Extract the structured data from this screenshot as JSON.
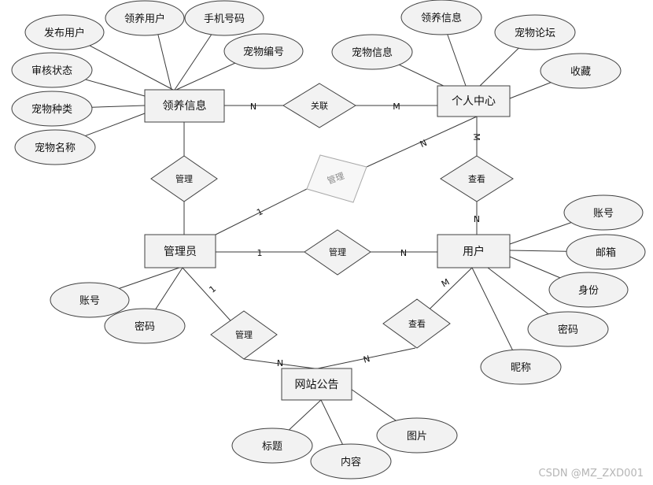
{
  "entities": {
    "adoption_info": "领养信息",
    "personal_center": "个人中心",
    "admin": "管理员",
    "user": "用户",
    "announcement": "网站公告"
  },
  "relations": {
    "link": "关联",
    "admin_adoption": "管理",
    "admin_center": "管理",
    "view_center": "查看",
    "admin_user": "管理",
    "admin_announcement": "管理",
    "user_view_announcement": "查看"
  },
  "attributes": {
    "adoption_info": [
      "发布用户",
      "领养用户",
      "手机号码",
      "宠物编号",
      "审核状态",
      "宠物种类",
      "宠物名称"
    ],
    "personal_center": [
      "领养信息",
      "宠物论坛",
      "宠物信息",
      "收藏"
    ],
    "user": [
      "账号",
      "邮箱",
      "身份",
      "密码",
      "昵称"
    ],
    "admin": [
      "账号",
      "密码"
    ],
    "announcement": [
      "标题",
      "内容",
      "图片"
    ]
  },
  "cardinalities": {
    "link_left": "N",
    "link_right": "M",
    "center_view_top": "M",
    "center_view_bottom": "N",
    "admin_center_one": "1",
    "admin_center_many": "N",
    "admin_user_one": "1",
    "admin_user_many": "N",
    "admin_ann_one": "1",
    "admin_ann_many": "N",
    "user_ann_top": "M",
    "user_ann_bottom": "N"
  },
  "watermark": "CSDN @MZ_ZXD001"
}
